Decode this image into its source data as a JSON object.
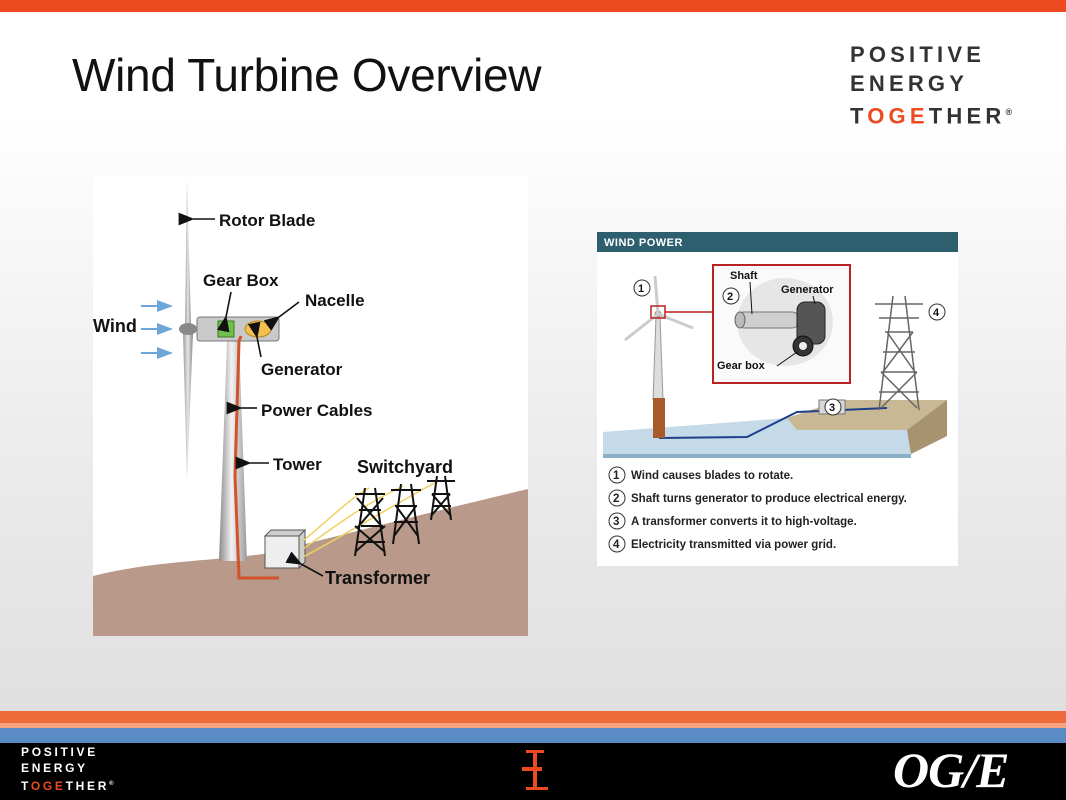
{
  "slide": {
    "title": "Wind Turbine Overview"
  },
  "logo_top": {
    "line1": "POSITIVE",
    "line2": "ENERGY",
    "line3_pre": "T",
    "line3_orange": "OGE",
    "line3_post": "THER",
    "reg": "®"
  },
  "left_diagram": {
    "labels": {
      "rotor_blade": "Rotor Blade",
      "gear_box": "Gear Box",
      "nacelle": "Nacelle",
      "wind": "Wind",
      "generator": "Generator",
      "power_cables": "Power Cables",
      "tower": "Tower",
      "switchyard": "Switchyard",
      "transformer": "Transformer"
    }
  },
  "right_diagram": {
    "header": "WIND POWER",
    "callouts": {
      "shaft": "Shaft",
      "generator": "Generator",
      "gear_box": "Gear box"
    },
    "markers": [
      "1",
      "2",
      "3",
      "4"
    ],
    "legend": [
      {
        "num": "1",
        "text": "Wind causes blades to rotate."
      },
      {
        "num": "2",
        "text": "Shaft turns generator to produce electrical energy."
      },
      {
        "num": "3",
        "text": "A transformer converts it to high-voltage."
      },
      {
        "num": "4",
        "text": "Electricity transmitted via power grid."
      }
    ]
  },
  "footer": {
    "logo_line1": "POSITIVE",
    "logo_line2": "ENERGY",
    "logo_line3_pre": "T",
    "logo_line3_orange": "OGE",
    "logo_line3_post": "THER",
    "reg": "®",
    "brand": "OG/E"
  },
  "colors": {
    "accent_orange": "#ee4a1f",
    "stripe_blue": "#5b8bc4",
    "wind_power_header": "#2d5f6e",
    "ground": "#b8998a"
  }
}
